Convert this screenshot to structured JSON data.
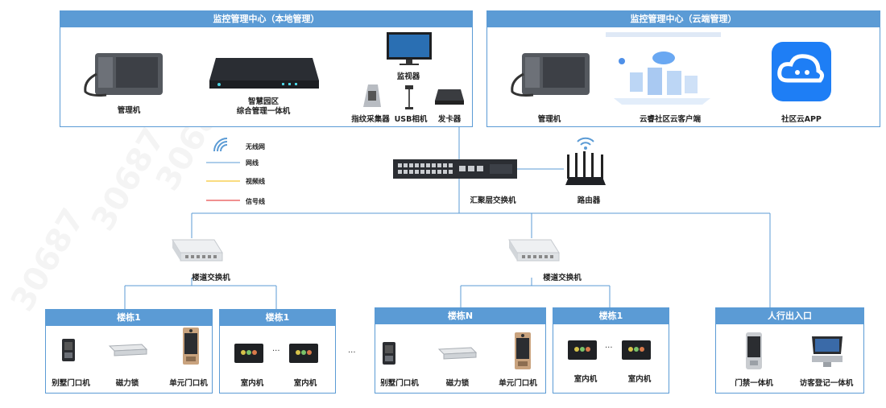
{
  "top_left": {
    "title": "监控管理中心（本地管理）",
    "devices": {
      "manager": "管理机",
      "nvr_line1": "智慧园区",
      "nvr_line2": "综合管理一体机",
      "monitor": "监视器",
      "fingerprint": "指纹采集器",
      "usb_camera": "USB相机",
      "card_issuer": "发卡器"
    }
  },
  "top_right": {
    "title": "监控管理中心（云端管理）",
    "devices": {
      "manager": "管理机",
      "cloud_client": "云睿社区云客户端",
      "cloud_app": "社区云APP"
    }
  },
  "legend": [
    {
      "label": "无线网",
      "kind": "wifi",
      "color": "#5b9bd5"
    },
    {
      "label": "网线",
      "kind": "line",
      "color": "#5b9bd5"
    },
    {
      "label": "视频线",
      "kind": "line",
      "color": "#f5b800"
    },
    {
      "label": "信号线",
      "kind": "line",
      "color": "#e02020"
    }
  ],
  "core": {
    "switch": "汇聚层交换机",
    "router": "路由器"
  },
  "floor_switch": {
    "left": "楼道交换机",
    "right": "楼道交换机"
  },
  "buildings": [
    {
      "title": "楼栋1",
      "items": [
        "别墅门口机",
        "磁力锁",
        "单元门口机"
      ]
    },
    {
      "title": "楼栋1",
      "items": [
        "室内机",
        "室内机"
      ],
      "ellipsis": "..."
    },
    {
      "title": "楼栋N",
      "items": [
        "别墅门口机",
        "磁力锁",
        "单元门口机"
      ]
    },
    {
      "title": "楼栋1",
      "items": [
        "室内机",
        "室内机"
      ],
      "ellipsis": "..."
    },
    {
      "title": "人行出入口",
      "items": [
        "门禁一体机",
        "访客登记一体机"
      ]
    }
  ],
  "between_ellipsis": "...",
  "watermarks": [
    "30687",
    "30687",
    "30687"
  ],
  "colors": {
    "accent": "#5b9bd5",
    "video": "#f5b800",
    "signal": "#e02020"
  }
}
